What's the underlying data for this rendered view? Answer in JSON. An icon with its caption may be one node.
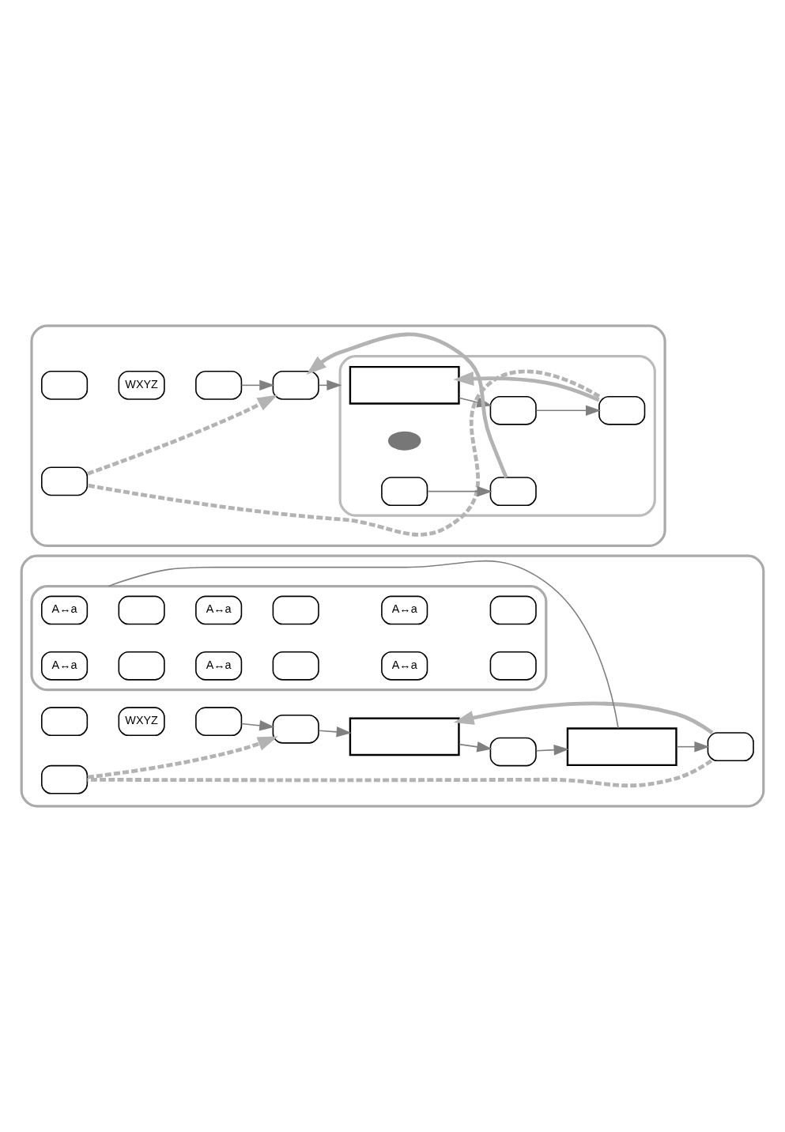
{
  "diagram": {
    "nodes": [
      {
        "text": [],
        "shape": "box"
      },
      {
        "text": [],
        "shape": "key",
        "in": 0
      },
      {
        "text": [
          "WXYZ"
        ],
        "in": 0
      },
      {
        "text": [],
        "shape": "key",
        "in": 0
      },
      {
        "text": [],
        "shape": "key",
        "in": 0
      },
      {
        "text": [],
        "shape": "box",
        "in": 0
      },
      {
        "text": [],
        "shape": "key",
        "in": 0
      },
      {
        "text": [],
        "shape": "box",
        "in": 0
      },
      {
        "text": [],
        "shape": "key",
        "in": 0
      },
      {
        "text": [],
        "shape": "box",
        "in": 0
      },
      {
        "text": [
          "A↔a"
        ],
        "in": 9
      },
      {
        "text": [],
        "shape": "key",
        "in": 9
      },
      {
        "text": [
          "A↔a"
        ],
        "in": 9
      },
      {
        "text": [],
        "shape": "key",
        "in": 9
      },
      {
        "text": [
          "A↔a"
        ],
        "in": 9
      },
      {
        "text": [],
        "shape": "key",
        "in": 9
      },
      {
        "text": [
          "A↔a"
        ],
        "in": 9
      },
      {
        "text": [],
        "shape": "key",
        "in": 9
      },
      {
        "text": [
          "A↔a"
        ],
        "in": 9
      },
      {
        "text": [],
        "shape": "key",
        "in": 9
      },
      {
        "text": [
          "A↔a"
        ],
        "in": 9
      },
      {
        "text": [],
        "shape": "key",
        "in": 9
      },
      {
        "text": [],
        "shape": "key",
        "in": 0
      },
      {
        "text": [],
        "shape": "box"
      },
      {
        "text": [],
        "shape": "key",
        "in": 23
      },
      {
        "text": [
          "WXYZ"
        ],
        "in": 23
      },
      {
        "text": [],
        "shape": "key",
        "in": 23
      },
      {
        "text": [],
        "shape": "key",
        "in": 23
      },
      {
        "text": [],
        "shape": "box",
        "in": 23
      },
      {
        "text": [],
        "shape": "box",
        "in": 28
      },
      {
        "text": [],
        "shape": "key",
        "in": 28
      },
      {
        "text": [],
        "shape": "key",
        "in": 28
      },
      {
        "text": [],
        "shape": "ellipse",
        "in": 28
      },
      {
        "text": [],
        "shape": "key",
        "in": 28
      },
      {
        "text": [],
        "shape": "key",
        "in": 28
      },
      {
        "text": [],
        "shape": "key",
        "in": 23
      }
    ],
    "edges": [
      {
        "from": 3,
        "to": 4,
        "arrow": "to"
      },
      {
        "from": 4,
        "to": 5,
        "arrow": "to"
      },
      {
        "from": 5,
        "to": 6,
        "arrow": "to"
      },
      {
        "from": 6,
        "to": 7,
        "arrow": "to"
      },
      {
        "from": 7,
        "to": 8,
        "arrow": "to"
      },
      {
        "from": 9,
        "to": 7,
        "arrow": "none"
      },
      {
        "from": 8,
        "to": 5,
        "arrow": "to",
        "style": "thick",
        "color": "#b3b3b3"
      },
      {
        "from": 8,
        "to": 22,
        "arrow": "none",
        "style": "dashed",
        "color": "#b3b3b3"
      },
      {
        "from": 22,
        "to": 4,
        "arrow": "to",
        "style": "dashed",
        "color": "#b3b3b3"
      },
      {
        "from": 26,
        "to": 27,
        "arrow": "to"
      },
      {
        "from": 27,
        "to": 28,
        "arrow": "to"
      },
      {
        "from": 29,
        "to": 30,
        "arrow": "to"
      },
      {
        "from": 30,
        "to": 31,
        "arrow": "to"
      },
      {
        "from": 31,
        "to": 29,
        "arrow": "to",
        "style": "thick",
        "color": "#b3b3b3"
      },
      {
        "from": 33,
        "to": 34,
        "arrow": "to"
      },
      {
        "from": 34,
        "to": 27,
        "arrow": "to",
        "style": "thick",
        "color": "#b3b3b3"
      },
      {
        "from": 31,
        "to": 35,
        "arrow": "none",
        "style": "dashed",
        "color": "#b3b3b3"
      },
      {
        "from": 35,
        "to": 27,
        "arrow": "to",
        "style": "dashed",
        "color": "#b3b3b3"
      }
    ]
  }
}
